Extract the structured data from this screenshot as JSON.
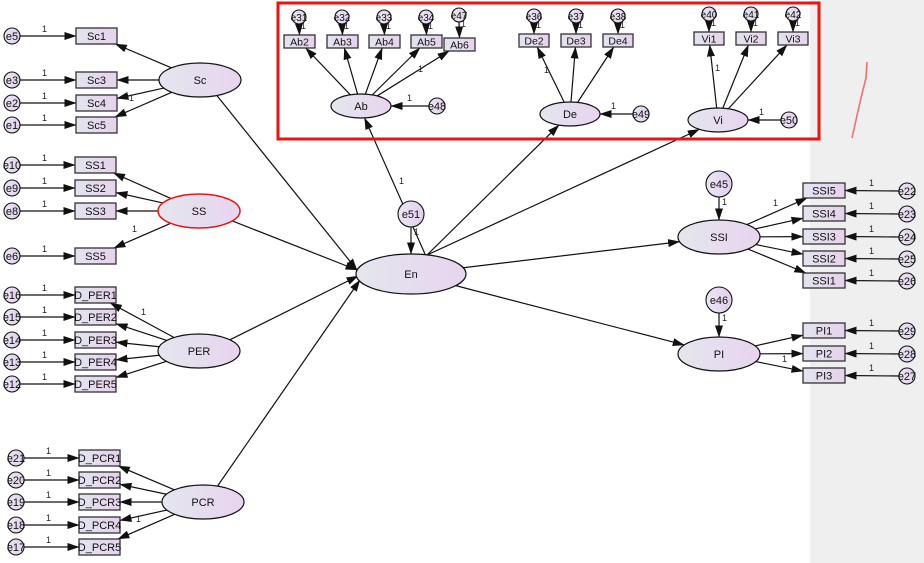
{
  "colors": {
    "selection_box": "#ee1111",
    "highlight_ellipse": "#ee1111",
    "annotation_stroke": "#f07070",
    "background": "#ffffff",
    "side_panel": "#efefef"
  },
  "latents": [
    {
      "id": "Sc",
      "label": "Sc"
    },
    {
      "id": "SS",
      "label": "SS",
      "highlighted": true
    },
    {
      "id": "PER",
      "label": "PER"
    },
    {
      "id": "PCR",
      "label": "PCR"
    },
    {
      "id": "En",
      "label": "En"
    },
    {
      "id": "Ab",
      "label": "Ab"
    },
    {
      "id": "De",
      "label": "De"
    },
    {
      "id": "Vi",
      "label": "Vi"
    },
    {
      "id": "SSI",
      "label": "SSI"
    },
    {
      "id": "PI",
      "label": "PI"
    }
  ],
  "observed": [
    {
      "id": "Sc1",
      "label": "Sc1",
      "factor": "Sc",
      "error": "e5"
    },
    {
      "id": "Sc3",
      "label": "Sc3",
      "factor": "Sc",
      "error": "e3"
    },
    {
      "id": "Sc4",
      "label": "Sc4",
      "factor": "Sc",
      "error": "e2"
    },
    {
      "id": "Sc5",
      "label": "Sc5",
      "factor": "Sc",
      "error": "e1"
    },
    {
      "id": "SS1",
      "label": "SS1",
      "factor": "SS",
      "error": "e10"
    },
    {
      "id": "SS2",
      "label": "SS2",
      "factor": "SS",
      "error": "e9"
    },
    {
      "id": "SS3",
      "label": "SS3",
      "factor": "SS",
      "error": "e8"
    },
    {
      "id": "SS5",
      "label": "SS5",
      "factor": "SS",
      "error": "e6"
    },
    {
      "id": "PER1",
      "label": "D_PER1",
      "factor": "PER",
      "error": "e16"
    },
    {
      "id": "PER2",
      "label": "D_PER2",
      "factor": "PER",
      "error": "e15"
    },
    {
      "id": "PER3",
      "label": "D_PER3",
      "factor": "PER",
      "error": "e14"
    },
    {
      "id": "PER4",
      "label": "D_PER4",
      "factor": "PER",
      "error": "e13"
    },
    {
      "id": "PER5",
      "label": "D_PER5",
      "factor": "PER",
      "error": "e12"
    },
    {
      "id": "PCR1",
      "label": "D_PCR1",
      "factor": "PCR",
      "error": "e21"
    },
    {
      "id": "PCR2",
      "label": "D_PCR2",
      "factor": "PCR",
      "error": "e20"
    },
    {
      "id": "PCR3",
      "label": "D_PCR3",
      "factor": "PCR",
      "error": "e19"
    },
    {
      "id": "PCR4",
      "label": "D_PCR4",
      "factor": "PCR",
      "error": "e18"
    },
    {
      "id": "PCR5",
      "label": "D_PCR5",
      "factor": "PCR",
      "error": "e17"
    },
    {
      "id": "Ab2",
      "label": "Ab2",
      "factor": "Ab",
      "error": "e31"
    },
    {
      "id": "Ab3",
      "label": "Ab3",
      "factor": "Ab",
      "error": "e32"
    },
    {
      "id": "Ab4",
      "label": "Ab4",
      "factor": "Ab",
      "error": "e33"
    },
    {
      "id": "Ab5",
      "label": "Ab5",
      "factor": "Ab",
      "error": "e34"
    },
    {
      "id": "Ab6",
      "label": "Ab6",
      "factor": "Ab",
      "error": "e47"
    },
    {
      "id": "De2",
      "label": "De2",
      "factor": "De",
      "error": "e36"
    },
    {
      "id": "De3",
      "label": "De3",
      "factor": "De",
      "error": "e37"
    },
    {
      "id": "De4",
      "label": "De4",
      "factor": "De",
      "error": "e38"
    },
    {
      "id": "Vi1",
      "label": "Vi1",
      "factor": "Vi",
      "error": "e40"
    },
    {
      "id": "Vi2",
      "label": "Vi2",
      "factor": "Vi",
      "error": "e41"
    },
    {
      "id": "Vi3",
      "label": "Vi3",
      "factor": "Vi",
      "error": "e42"
    },
    {
      "id": "SSI5",
      "label": "SSI5",
      "factor": "SSI",
      "error": "e22"
    },
    {
      "id": "SSI4",
      "label": "SSI4",
      "factor": "SSI",
      "error": "e23"
    },
    {
      "id": "SSI3",
      "label": "SSI3",
      "factor": "SSI",
      "error": "e24"
    },
    {
      "id": "SSI2",
      "label": "SSI2",
      "factor": "SSI",
      "error": "e25"
    },
    {
      "id": "SSI1",
      "label": "SSI1",
      "factor": "SSI",
      "error": "e26"
    },
    {
      "id": "PI1",
      "label": "PI1",
      "factor": "PI",
      "error": "e29"
    },
    {
      "id": "PI2",
      "label": "PI2",
      "factor": "PI",
      "error": "e28"
    },
    {
      "id": "PI3",
      "label": "PI3",
      "factor": "PI",
      "error": "e27"
    }
  ],
  "disturbances": [
    {
      "id": "e51",
      "label": "e51",
      "target": "En"
    },
    {
      "id": "e48",
      "label": "e48",
      "target": "Ab"
    },
    {
      "id": "e49",
      "label": "e49",
      "target": "De"
    },
    {
      "id": "e50",
      "label": "e50",
      "target": "Vi"
    },
    {
      "id": "e45",
      "label": "e45",
      "target": "SSI"
    },
    {
      "id": "e46",
      "label": "e46",
      "target": "PI"
    }
  ],
  "structural_paths": [
    {
      "from": "Sc",
      "to": "En"
    },
    {
      "from": "SS",
      "to": "En"
    },
    {
      "from": "PER",
      "to": "En"
    },
    {
      "from": "PCR",
      "to": "En"
    },
    {
      "from": "En",
      "to": "Ab",
      "weight": "1"
    },
    {
      "from": "En",
      "to": "De"
    },
    {
      "from": "En",
      "to": "Vi"
    },
    {
      "from": "En",
      "to": "SSI"
    },
    {
      "from": "En",
      "to": "PI"
    }
  ],
  "fixed_weight_label": "1"
}
